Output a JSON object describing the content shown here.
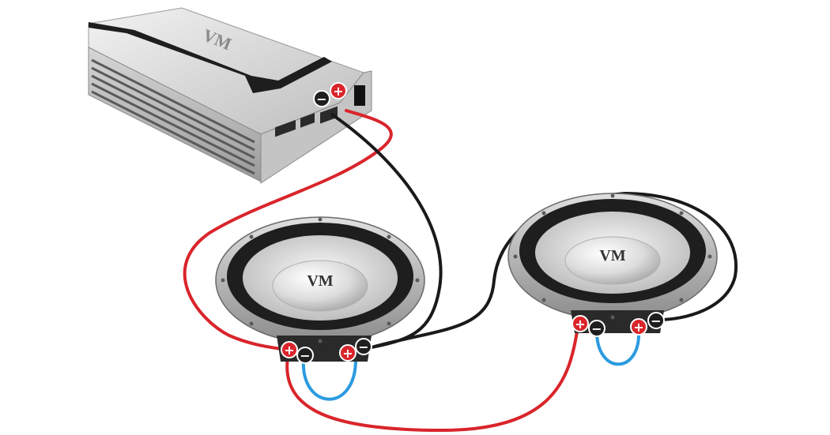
{
  "colors": {
    "positive_wire": "#d9252b",
    "negative_wire": "#1a1a1a",
    "bridge_wire": "#2b9be0",
    "positive_terminal": "#d9252b",
    "negative_terminal": "#1f1f1f",
    "amp_body": "#c8c8c8",
    "speaker_cone": "#e6e6e6"
  },
  "amplifier": {
    "logo": "VM",
    "terminals": {
      "negative": "−",
      "positive": "+"
    }
  },
  "speakers": [
    {
      "logo": "VM",
      "terminals": [
        {
          "symbol": "+",
          "polarity": "positive"
        },
        {
          "symbol": "−",
          "polarity": "negative"
        },
        {
          "symbol": "+",
          "polarity": "positive"
        },
        {
          "symbol": "−",
          "polarity": "negative"
        }
      ]
    },
    {
      "logo": "VM",
      "terminals": [
        {
          "symbol": "+",
          "polarity": "positive"
        },
        {
          "symbol": "−",
          "polarity": "negative"
        },
        {
          "symbol": "+",
          "polarity": "positive"
        },
        {
          "symbol": "−",
          "polarity": "negative"
        }
      ]
    }
  ]
}
